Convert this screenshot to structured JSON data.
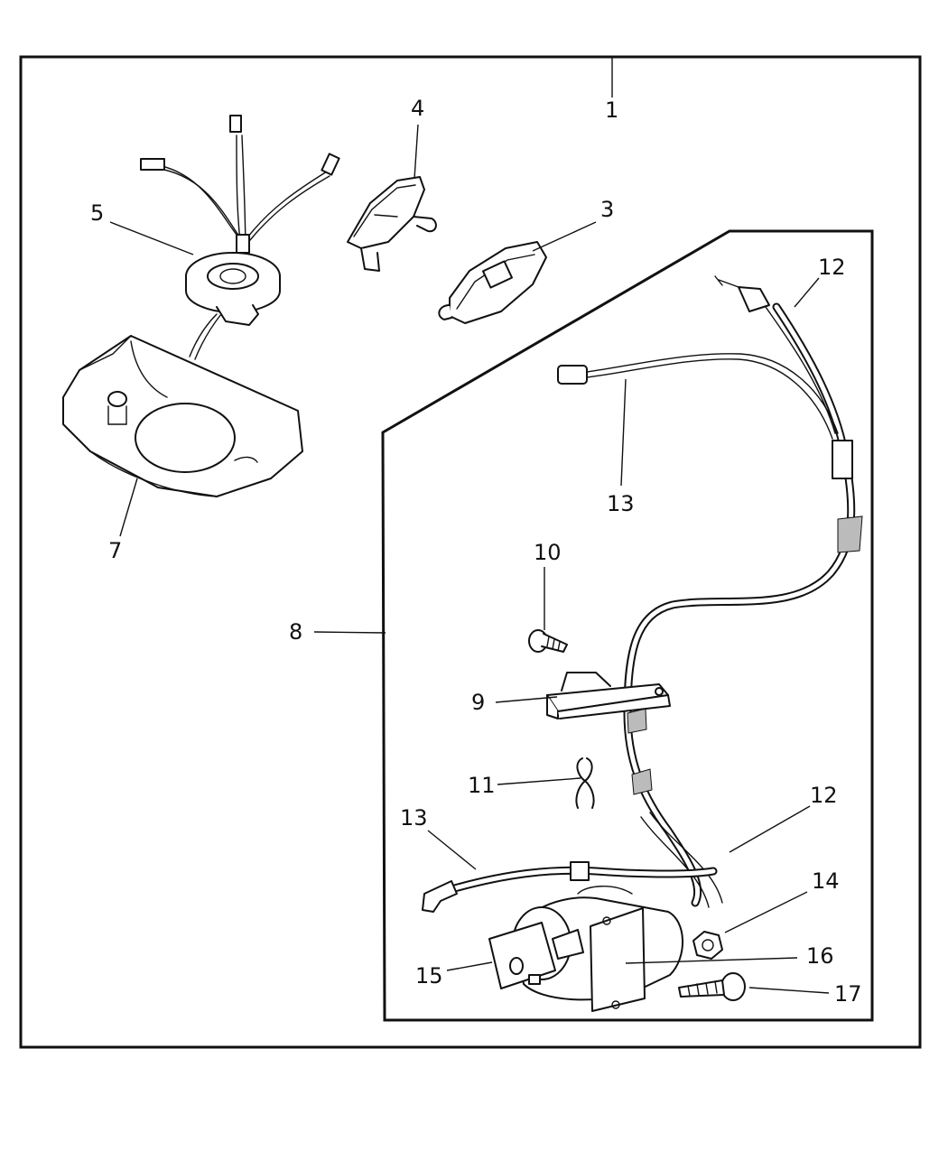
{
  "diagram": {
    "callouts": [
      {
        "id": "1",
        "text": "1"
      },
      {
        "id": "3",
        "text": "3"
      },
      {
        "id": "4",
        "text": "4"
      },
      {
        "id": "5",
        "text": "5"
      },
      {
        "id": "7",
        "text": "7"
      },
      {
        "id": "8",
        "text": "8"
      },
      {
        "id": "9",
        "text": "9"
      },
      {
        "id": "10",
        "text": "10"
      },
      {
        "id": "11",
        "text": "11"
      },
      {
        "id": "12a",
        "text": "12"
      },
      {
        "id": "12b",
        "text": "12"
      },
      {
        "id": "13a",
        "text": "13"
      },
      {
        "id": "13b",
        "text": "13"
      },
      {
        "id": "14",
        "text": "14"
      },
      {
        "id": "15",
        "text": "15"
      },
      {
        "id": "16",
        "text": "16"
      },
      {
        "id": "17",
        "text": "17"
      }
    ]
  }
}
